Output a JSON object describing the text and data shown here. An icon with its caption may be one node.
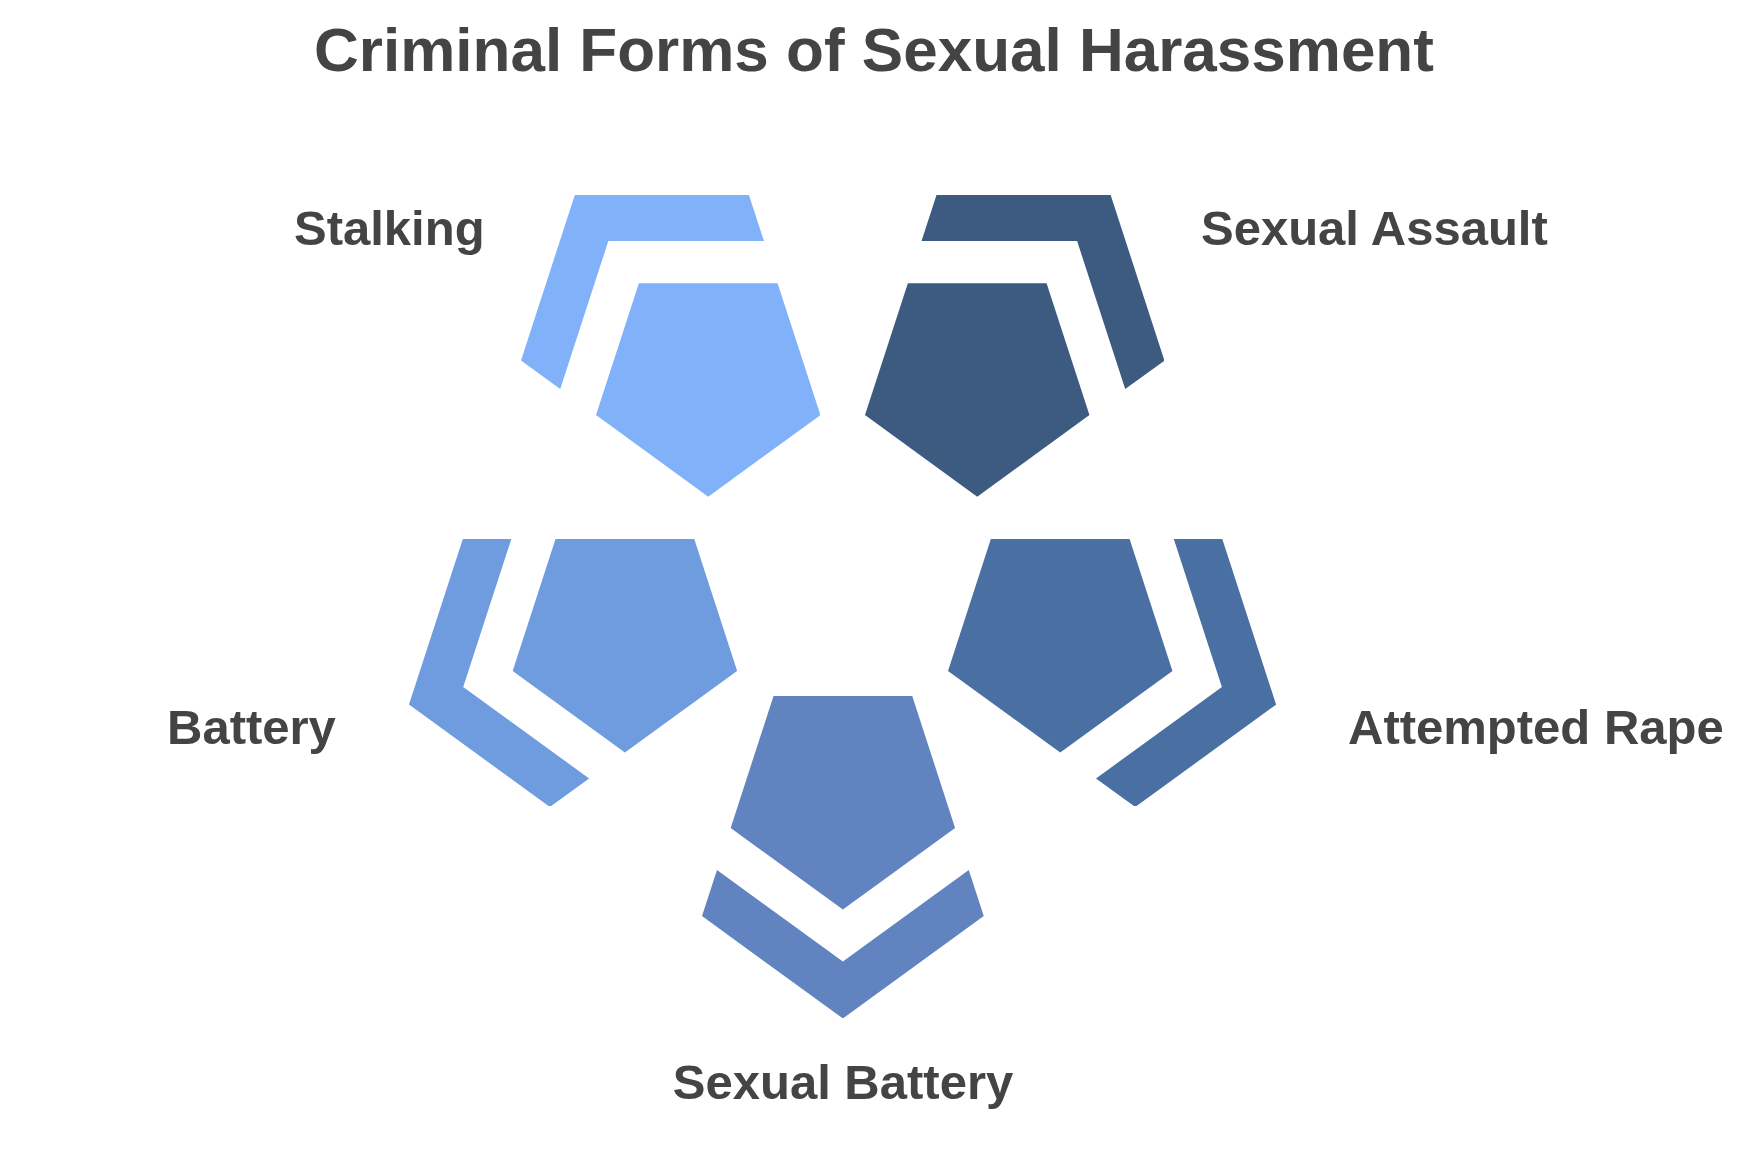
{
  "diagram": {
    "title": "Criminal Forms of Sexual Harassment",
    "nodes": [
      {
        "text": [],
        "shape": "pentagon",
        "beside": [
          "Stalking"
        ]
      },
      {
        "text": [],
        "shape": "pentagon",
        "beside": [
          "Sexual Assault"
        ]
      },
      {
        "text": [],
        "shape": "pentagon",
        "beside": [
          "Battery"
        ]
      },
      {
        "text": [],
        "shape": "pentagon",
        "beside": [
          "Attempted Rape"
        ]
      },
      {
        "text": [],
        "shape": "pentagon",
        "beside": [
          "Sexual Battery"
        ]
      }
    ]
  }
}
